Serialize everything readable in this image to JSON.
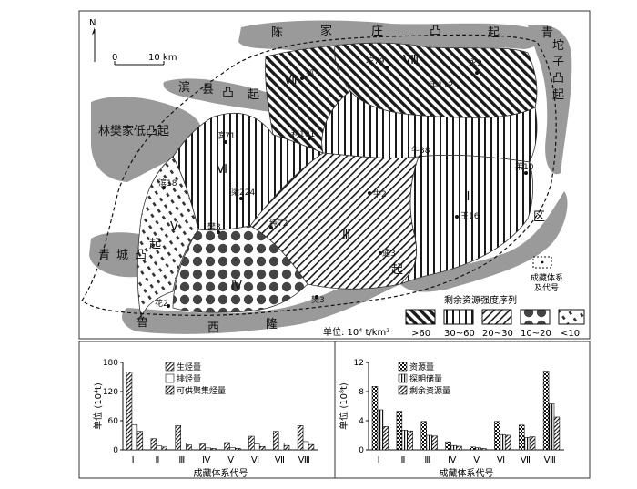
{
  "north": "N",
  "scale": {
    "zero": "0",
    "label": "10 km"
  },
  "uplifts": {
    "chenjiazhuang": [
      "陈",
      "家",
      "庄",
      "凸",
      "起"
    ],
    "qinghuozi": [
      "青",
      "坨",
      "子",
      "凸",
      "起"
    ],
    "binxian": [
      "滨",
      "县",
      "凸",
      "起"
    ],
    "linfanjia": "林樊家低凸起",
    "qingcheng": [
      "青",
      "城",
      "凸",
      "起"
    ],
    "luxi": [
      "鲁",
      "西",
      "隆",
      "起"
    ],
    "qu": "区"
  },
  "zones": [
    "Ⅰ",
    "Ⅱ",
    "Ⅲ",
    "Ⅳ",
    "Ⅴ",
    "Ⅵ",
    "Ⅶ",
    "Ⅷ"
  ],
  "wells": [
    "郑3",
    "坨79",
    "永9",
    "丰112",
    "滨71",
    "利101",
    "牛38",
    "莱10",
    "滨18",
    "梁224",
    "牛2",
    "王16",
    "樊3",
    "纯72",
    "通3",
    "花2",
    "樊3"
  ],
  "legend": {
    "title": "剩余资源强度序列",
    "unit": "单位: 10⁴ t/km²",
    "items": [
      ">60",
      "30~60",
      "20~30",
      "10~20",
      "<10"
    ],
    "boundary_label_1": "成藏体系",
    "boundary_label_2": "及代号"
  },
  "chart_data": [
    {
      "type": "bar",
      "categories": [
        "Ⅰ",
        "Ⅱ",
        "Ⅲ",
        "Ⅳ",
        "Ⅴ",
        "Ⅵ",
        "Ⅶ",
        "Ⅷ"
      ],
      "series": [
        {
          "name": "生烃量",
          "values": [
            160,
            23,
            50,
            12,
            15,
            28,
            38,
            50
          ]
        },
        {
          "name": "排烃量",
          "values": [
            52,
            8,
            14,
            4,
            5,
            12,
            14,
            17
          ]
        },
        {
          "name": "可供聚集烃量",
          "values": [
            38,
            6,
            10,
            3,
            3,
            7,
            9,
            11
          ]
        }
      ],
      "ylabel": "单位 (10⁴t)",
      "xlabel": "成藏体系代号",
      "ylim": [
        0,
        180
      ],
      "yticks": [
        "0",
        "60",
        "120",
        "180"
      ],
      "grid": false,
      "legend": "top-right"
    },
    {
      "type": "bar",
      "categories": [
        "Ⅰ",
        "Ⅱ",
        "Ⅲ",
        "Ⅳ",
        "Ⅴ",
        "Ⅵ",
        "Ⅶ",
        "Ⅷ"
      ],
      "series": [
        {
          "name": "资源量",
          "values": [
            8.7,
            5.3,
            3.9,
            1.1,
            0.4,
            3.9,
            3.4,
            10.8
          ]
        },
        {
          "name": "探明储量",
          "values": [
            5.5,
            2.7,
            2.0,
            0.6,
            0.3,
            2.1,
            1.7,
            6.3
          ]
        },
        {
          "name": "剩余资源量",
          "values": [
            3.2,
            2.6,
            1.9,
            0.5,
            0.2,
            2.0,
            1.8,
            4.5
          ]
        }
      ],
      "ylabel": "单位 (10⁸t)",
      "xlabel": "成藏体系代号",
      "ylim": [
        0,
        12
      ],
      "yticks": [
        "0",
        "4",
        "8",
        "12"
      ],
      "grid": false,
      "legend": "top-left"
    }
  ]
}
